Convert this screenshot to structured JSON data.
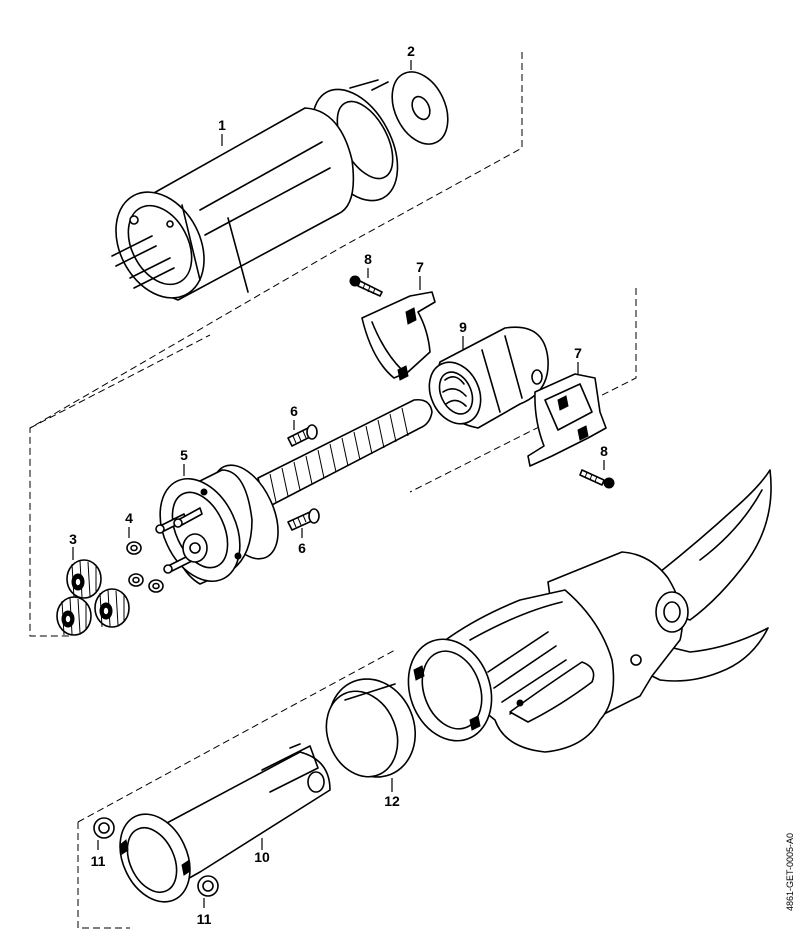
{
  "callouts": {
    "c1": "1",
    "c2": "2",
    "c3": "3",
    "c4": "4",
    "c5": "5",
    "c6a": "6",
    "c6b": "6",
    "c7a": "7",
    "c7b": "7",
    "c8a": "8",
    "c8b": "8",
    "c9": "9",
    "c10": "10",
    "c11a": "11",
    "c11b": "11",
    "c12": "12"
  },
  "document_ref": "4861-GET-0005-A0"
}
